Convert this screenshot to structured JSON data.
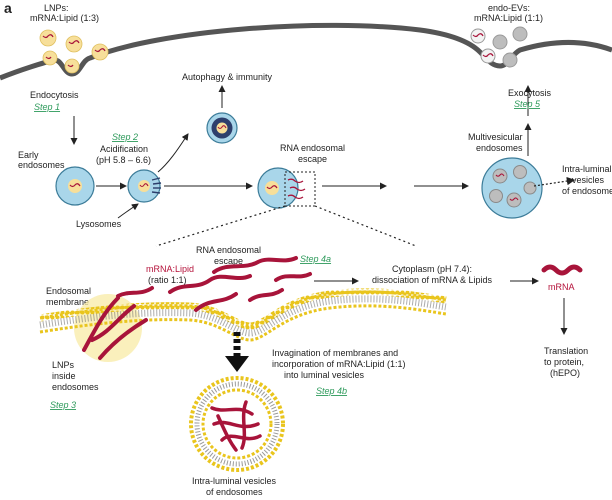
{
  "panel_label": "a",
  "colors": {
    "mrna": "#a8143a",
    "lnp_core": "#f7df9a",
    "endosome": "#a9d6ea",
    "endosome_stroke": "#3c7c99",
    "lysosome": "#2d3f6c",
    "vesicle_gray": "#bdbdbd",
    "lipid_head": "#e9c51d",
    "step_green": "#2e9a5b",
    "membrane": "#555555"
  },
  "top": {
    "lnps": "LNPs:",
    "lnps_ratio": "mRNA:Lipid (1:3)",
    "endo_evs": "endo-EVs:",
    "endo_evs_ratio": "mRNA:Lipid (1:1)",
    "endocytosis": "Endocytosis",
    "step1": "Step 1",
    "exocytosis": "Exocytosis",
    "step5": "Step 5",
    "autophagy": "Autophagy & immunity",
    "step2": "Step 2",
    "acidification": "Acidification",
    "acidification_ph": "(pH 5.8 – 6.6)",
    "early_endosomes_1": "Early",
    "early_endosomes_2": "endosomes",
    "lysosomes": "Lysosomes",
    "rna_escape_1": "RNA endosomal",
    "rna_escape_2": "escape",
    "multivesicular_1": "Multivesicular",
    "multivesicular_2": "endosomes",
    "ilv_1": "Intra-luminal",
    "ilv_2": "vesicles",
    "ilv_3": "of endosomes"
  },
  "bottom": {
    "rna_escape_1": "RNA endosomal",
    "rna_escape_2": "escape",
    "step4a": "Step 4a",
    "mrna_lipid": "mRNA:Lipid",
    "ratio": "(ratio 1:1)",
    "endosomal_membrane_1": "Endosomal",
    "endosomal_membrane_2": "membrane",
    "cytoplasm_1": "Cytoplasm (pH 7.4):",
    "cytoplasm_2": "dissociation of mRNA & Lipids",
    "mrna": "mRNA",
    "lnps_inside_1": "LNPs",
    "lnps_inside_2": "inside",
    "lnps_inside_3": "endosomes",
    "step3": "Step 3",
    "invagination_1": "Invagination of membranes and",
    "invagination_2": "incorporation of mRNA:Lipid (1:1)",
    "invagination_3": "into luminal vesicles",
    "step4b": "Step 4b",
    "translation_1": "Translation",
    "translation_2": "to protein,",
    "translation_3": "(hEPO)",
    "ilv_1": "Intra-luminal vesicles",
    "ilv_2": "of endosomes"
  }
}
